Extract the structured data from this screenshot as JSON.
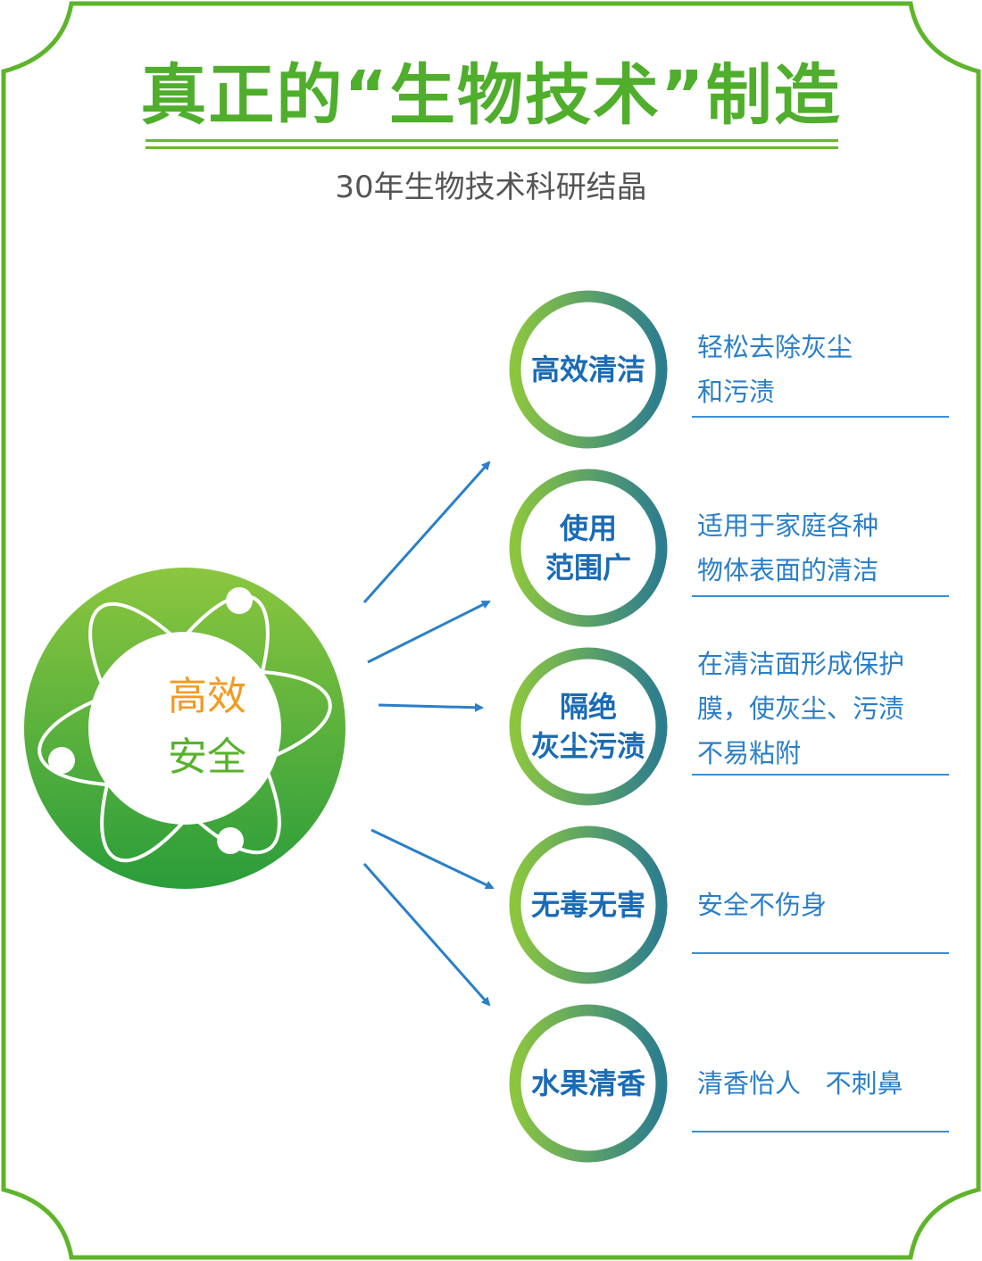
{
  "title": "真正的“生物技术”制造",
  "subtitle": "30年生物技术科研结晶",
  "core": {
    "line1": "高效",
    "line2": "安全"
  },
  "features": [
    {
      "label_lines": [
        "高效清洁"
      ],
      "desc_lines": [
        "轻松去除灰尘",
        "和污渍"
      ]
    },
    {
      "label_lines": [
        "使用",
        "范围广"
      ],
      "desc_lines": [
        "适用于家庭各种",
        "物体表面的清洁"
      ]
    },
    {
      "label_lines": [
        "隔绝",
        "灰尘污渍"
      ],
      "desc_lines": [
        "在清洁面形成保护",
        "膜，使灰尘、污渍",
        "不易粘附"
      ]
    },
    {
      "label_lines": [
        "无毒无害"
      ],
      "desc_lines": [
        "安全不伤身"
      ]
    },
    {
      "label_lines": [
        "水果清香"
      ],
      "desc_lines": [
        "清香怡人   不刺鼻"
      ]
    }
  ],
  "colors": {
    "brand_green": "#4fae2b",
    "core_orange": "#f39a1f",
    "core_green": "#57b22a",
    "feature_blue": "#1a6bb5",
    "desc_blue": "#2a7fc9",
    "arrow_blue": "#2a7fc9"
  }
}
